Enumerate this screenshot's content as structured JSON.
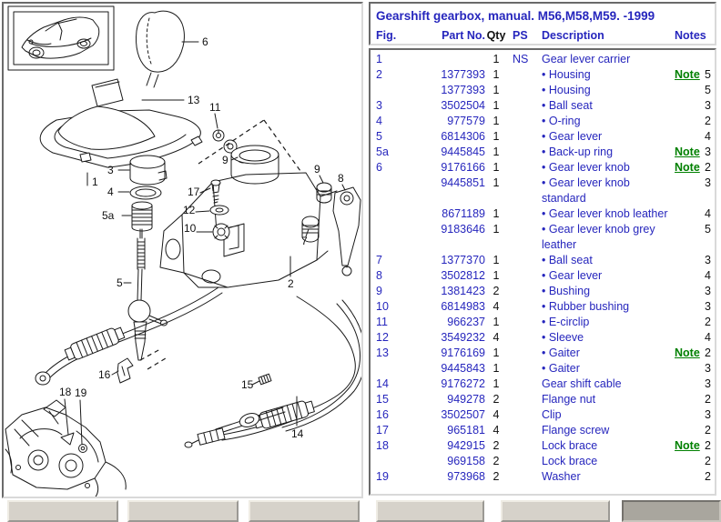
{
  "diagram": {
    "labels": [
      "6",
      "13",
      "11",
      "3",
      "1",
      "4",
      "5a",
      "9",
      "9",
      "8",
      "17",
      "12",
      "10",
      "7",
      "2",
      "5",
      "16",
      "18",
      "19",
      "15",
      "14"
    ]
  },
  "table": {
    "title": "Gearshift gearbox, manual. M56,M58,M59. -1999",
    "columns": [
      "Fig.",
      "Part No.",
      "Qty",
      "PS",
      "Description",
      "Notes"
    ],
    "bullet_char": "•",
    "rows": [
      {
        "fig": "1",
        "part": "",
        "qty": "1",
        "ps": "NS",
        "bullet": false,
        "desc": "Gear lever carrier",
        "note": "",
        "num": ""
      },
      {
        "fig": "2",
        "part": "1377393",
        "qty": "1",
        "ps": "",
        "bullet": true,
        "desc": "Housing",
        "note": "Note",
        "num": "5"
      },
      {
        "fig": "",
        "part": "1377393",
        "qty": "1",
        "ps": "",
        "bullet": true,
        "desc": "Housing",
        "note": "",
        "num": "5"
      },
      {
        "fig": "3",
        "part": "3502504",
        "qty": "1",
        "ps": "",
        "bullet": true,
        "desc": "Ball seat",
        "note": "",
        "num": "3"
      },
      {
        "fig": "4",
        "part": "977579",
        "qty": "1",
        "ps": "",
        "bullet": true,
        "desc": "O-ring",
        "note": "",
        "num": "2"
      },
      {
        "fig": "5",
        "part": "6814306",
        "qty": "1",
        "ps": "",
        "bullet": true,
        "desc": "Gear lever",
        "note": "",
        "num": "4"
      },
      {
        "fig": "5a",
        "part": "9445845",
        "qty": "1",
        "ps": "",
        "bullet": true,
        "desc": "Back-up ring",
        "note": "Note",
        "num": "3"
      },
      {
        "fig": "6",
        "part": "9176166",
        "qty": "1",
        "ps": "",
        "bullet": true,
        "desc": "Gear lever knob",
        "note": "Note",
        "num": "2"
      },
      {
        "fig": "",
        "part": "9445851",
        "qty": "1",
        "ps": "",
        "bullet": true,
        "desc": "Gear lever knob\nstandard",
        "note": "",
        "num": "3"
      },
      {
        "fig": "",
        "part": "8671189",
        "qty": "1",
        "ps": "",
        "bullet": true,
        "desc": "Gear lever knob leather",
        "note": "",
        "num": "4"
      },
      {
        "fig": "",
        "part": "9183646",
        "qty": "1",
        "ps": "",
        "bullet": true,
        "desc": "Gear lever knob grey\nleather",
        "note": "",
        "num": "5"
      },
      {
        "fig": "7",
        "part": "1377370",
        "qty": "1",
        "ps": "",
        "bullet": true,
        "desc": "Ball seat",
        "note": "",
        "num": "3"
      },
      {
        "fig": "8",
        "part": "3502812",
        "qty": "1",
        "ps": "",
        "bullet": true,
        "desc": "Gear lever",
        "note": "",
        "num": "4"
      },
      {
        "fig": "9",
        "part": "1381423",
        "qty": "2",
        "ps": "",
        "bullet": true,
        "desc": "Bushing",
        "note": "",
        "num": "3"
      },
      {
        "fig": "10",
        "part": "6814983",
        "qty": "4",
        "ps": "",
        "bullet": true,
        "desc": "Rubber bushing",
        "note": "",
        "num": "3"
      },
      {
        "fig": "11",
        "part": "966237",
        "qty": "1",
        "ps": "",
        "bullet": true,
        "desc": "E-circlip",
        "note": "",
        "num": "2"
      },
      {
        "fig": "12",
        "part": "3549232",
        "qty": "4",
        "ps": "",
        "bullet": true,
        "desc": "Sleeve",
        "note": "",
        "num": "4"
      },
      {
        "fig": "13",
        "part": "9176169",
        "qty": "1",
        "ps": "",
        "bullet": true,
        "desc": "Gaiter",
        "note": "Note",
        "num": "2"
      },
      {
        "fig": "",
        "part": "9445843",
        "qty": "1",
        "ps": "",
        "bullet": true,
        "desc": "Gaiter",
        "note": "",
        "num": "3"
      },
      {
        "fig": "14",
        "part": "9176272",
        "qty": "1",
        "ps": "",
        "bullet": false,
        "desc": "Gear shift cable",
        "note": "",
        "num": "3"
      },
      {
        "fig": "15",
        "part": "949278",
        "qty": "2",
        "ps": "",
        "bullet": false,
        "desc": "Flange nut",
        "note": "",
        "num": "2"
      },
      {
        "fig": "16",
        "part": "3502507",
        "qty": "4",
        "ps": "",
        "bullet": false,
        "desc": "Clip",
        "note": "",
        "num": "3"
      },
      {
        "fig": "17",
        "part": "965181",
        "qty": "4",
        "ps": "",
        "bullet": false,
        "desc": "Flange screw",
        "note": "",
        "num": "2"
      },
      {
        "fig": "18",
        "part": "942915",
        "qty": "2",
        "ps": "",
        "bullet": false,
        "desc": "Lock brace",
        "note": "Note",
        "num": "2"
      },
      {
        "fig": "",
        "part": "969158",
        "qty": "2",
        "ps": "",
        "bullet": false,
        "desc": "Lock brace",
        "note": "",
        "num": "2"
      },
      {
        "fig": "19",
        "part": "973968",
        "qty": "2",
        "ps": "",
        "bullet": false,
        "desc": "Washer",
        "note": "",
        "num": "2"
      }
    ]
  },
  "colors": {
    "link_blue": "#2626bd",
    "note_green": "#008000",
    "text_black": "#111111"
  }
}
